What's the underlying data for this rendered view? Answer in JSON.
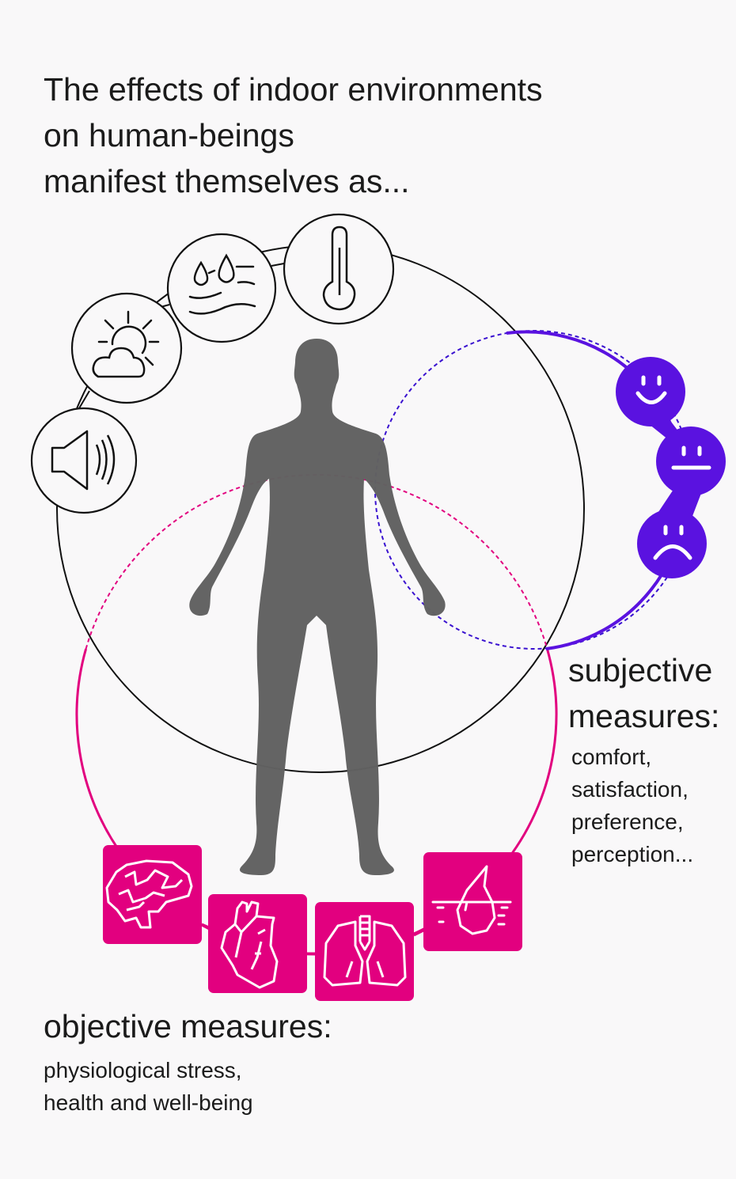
{
  "title": {
    "line1": "The effects of indoor environments",
    "line2": "on human-beings",
    "line3": "manifest themselves as..."
  },
  "subjective": {
    "heading1": "subjective",
    "heading2": "measures:",
    "items": [
      "comfort,",
      "satisfaction,",
      "preference,",
      "perception..."
    ]
  },
  "objective": {
    "heading": "objective measures:",
    "items": [
      "physiological stress,",
      "health and well-being"
    ]
  },
  "icons": {
    "environment": [
      "speaker-icon",
      "sun-cloud-icon",
      "humidity-icon",
      "thermometer-icon"
    ],
    "subjective": [
      "happy-face-icon",
      "neutral-face-icon",
      "sad-face-icon"
    ],
    "objective": [
      "brain-icon",
      "heart-icon",
      "lungs-icon",
      "skin-icon"
    ]
  },
  "colors": {
    "objective": "#e2007f",
    "subjective": "#5a12e0",
    "environment": "#111111",
    "silhouette": "#616161"
  }
}
